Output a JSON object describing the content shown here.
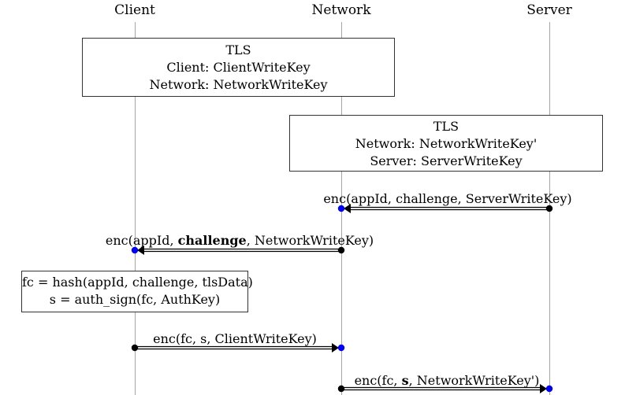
{
  "participants": {
    "client": "Client",
    "network": "Network",
    "server": "Server"
  },
  "boxes": {
    "tls1": {
      "title": "TLS",
      "line1": "Client: ClientWriteKey",
      "line2": "Network: NetworkWriteKey"
    },
    "tls2": {
      "title": "TLS",
      "line1": "Network: NetworkWriteKey'",
      "line2": "Server: ServerWriteKey"
    },
    "compute": {
      "line1": "fc = hash(appId, challenge, tlsData)",
      "line2": "s = auth_sign(fc, AuthKey)"
    }
  },
  "messages": {
    "m1": {
      "pre": "enc(appId, challenge, ServerWriteKey)",
      "bold": "",
      "post": ""
    },
    "m2": {
      "pre": "enc(appId, ",
      "bold": "challenge",
      "post": ", NetworkWriteKey)"
    },
    "m3": {
      "pre": "enc(fc, s, ClientWriteKey)",
      "bold": "",
      "post": ""
    },
    "m4": {
      "pre": "enc(fc, ",
      "bold": "s",
      "post": ", NetworkWriteKey')"
    }
  },
  "colors": {
    "endpoint_source": "#000000",
    "endpoint_target": "#0000ff",
    "lifeline": "#a6a6a6"
  }
}
